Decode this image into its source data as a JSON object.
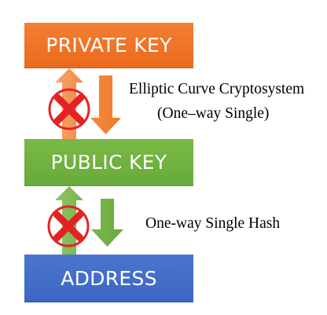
{
  "boxes": {
    "private_key": "PRIVATE KEY",
    "public_key": "PUBLIC KEY",
    "address": "ADDRESS"
  },
  "labels": {
    "ecc_line1": "Elliptic Curve Cryptosystem",
    "ecc_line2": "(One–way Single)",
    "hash": "One-way Single Hash"
  },
  "colors": {
    "private_key": "#ef7426",
    "public_key": "#72b340",
    "address": "#426dc8",
    "forbidden_mark": "#e52222"
  }
}
